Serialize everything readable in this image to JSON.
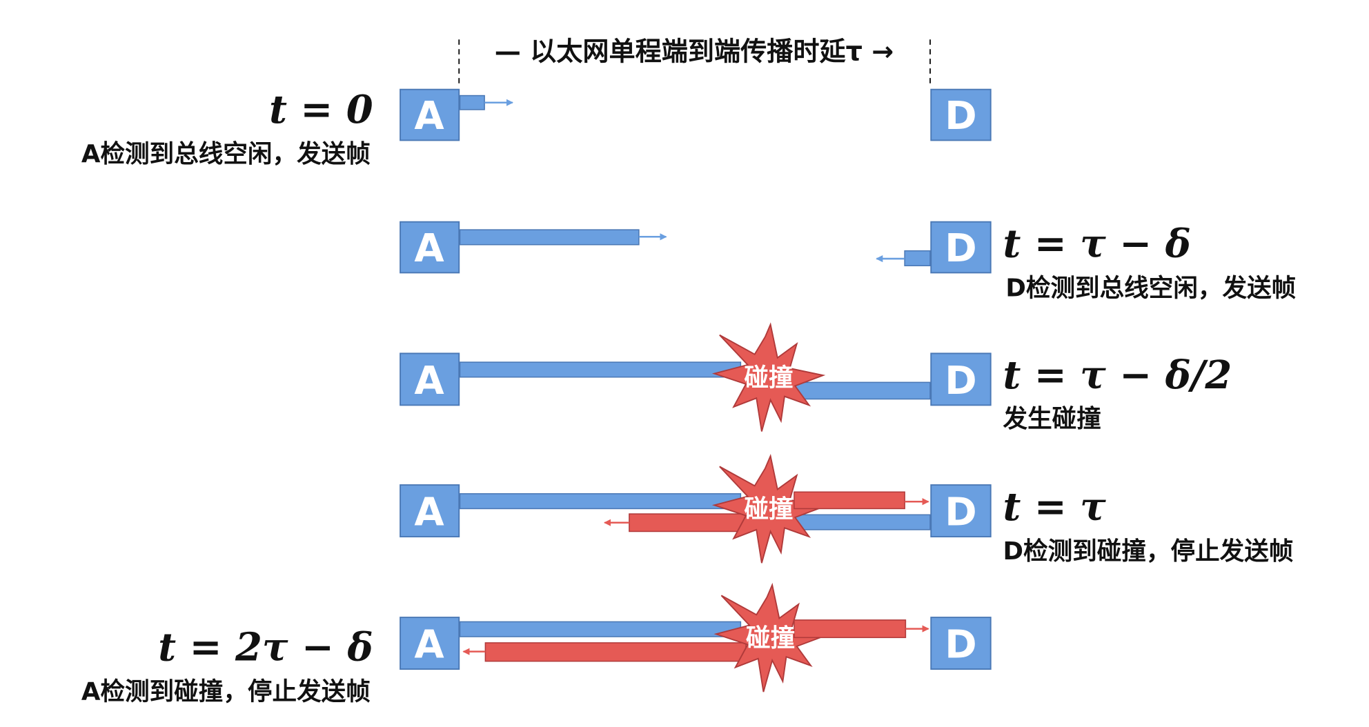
{
  "header": {
    "propagation_label": "— 以太网单程端到端传播时延τ →"
  },
  "nodes": {
    "a": "A",
    "d": "D"
  },
  "collision_label": "碰撞",
  "steps": [
    {
      "time": "t = 0",
      "desc": "A检测到总线空闲，发送帧"
    },
    {
      "time": "t = τ − δ",
      "desc": "D检测到总线空闲，发送帧"
    },
    {
      "time": "t = τ − δ/2",
      "desc": "发生碰撞"
    },
    {
      "time": "t = τ",
      "desc": "D检测到碰撞，停止发送帧"
    },
    {
      "time": "t = 2τ − δ",
      "desc": "A检测到碰撞，停止发送帧"
    }
  ],
  "colors": {
    "frame_a": "#6A9FE0",
    "frame_collision": "#E55A55"
  }
}
